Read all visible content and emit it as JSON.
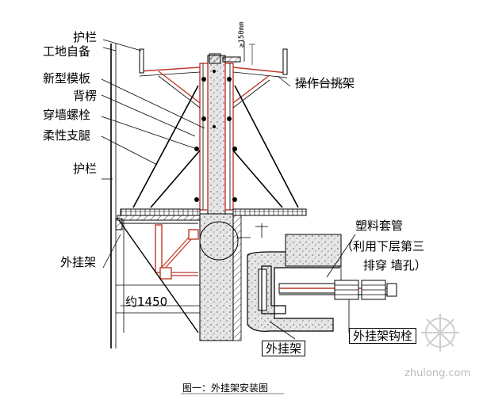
{
  "labels": {
    "guardrail_top": "护栏",
    "site_provided": "工地自备",
    "new_formwork": "新型模板",
    "back_ridge": "背楞",
    "through_wall_bolt": "穿墙螺栓",
    "flexible_leg": "柔性支腿",
    "guardrail_mid": "护栏",
    "outer_hanger_left": "外挂架",
    "platform_bracket": "操作台挑架",
    "plastic_sleeve": "塑料套管",
    "sleeve_note_1": "（利用下层第三",
    "sleeve_note_2": "排穿 墙孔）",
    "outer_hanger_bottom": "外挂架",
    "hanger_hook_bolt": "外挂架钩栓",
    "approx_dim": "约1450",
    "top_dim": "≥150mm",
    "caption": "图一：外挂架安装图",
    "watermark": "zhulong.com"
  },
  "colors": {
    "line": "#000000",
    "red": "#c0392b",
    "concrete": "#d8d8d8"
  }
}
